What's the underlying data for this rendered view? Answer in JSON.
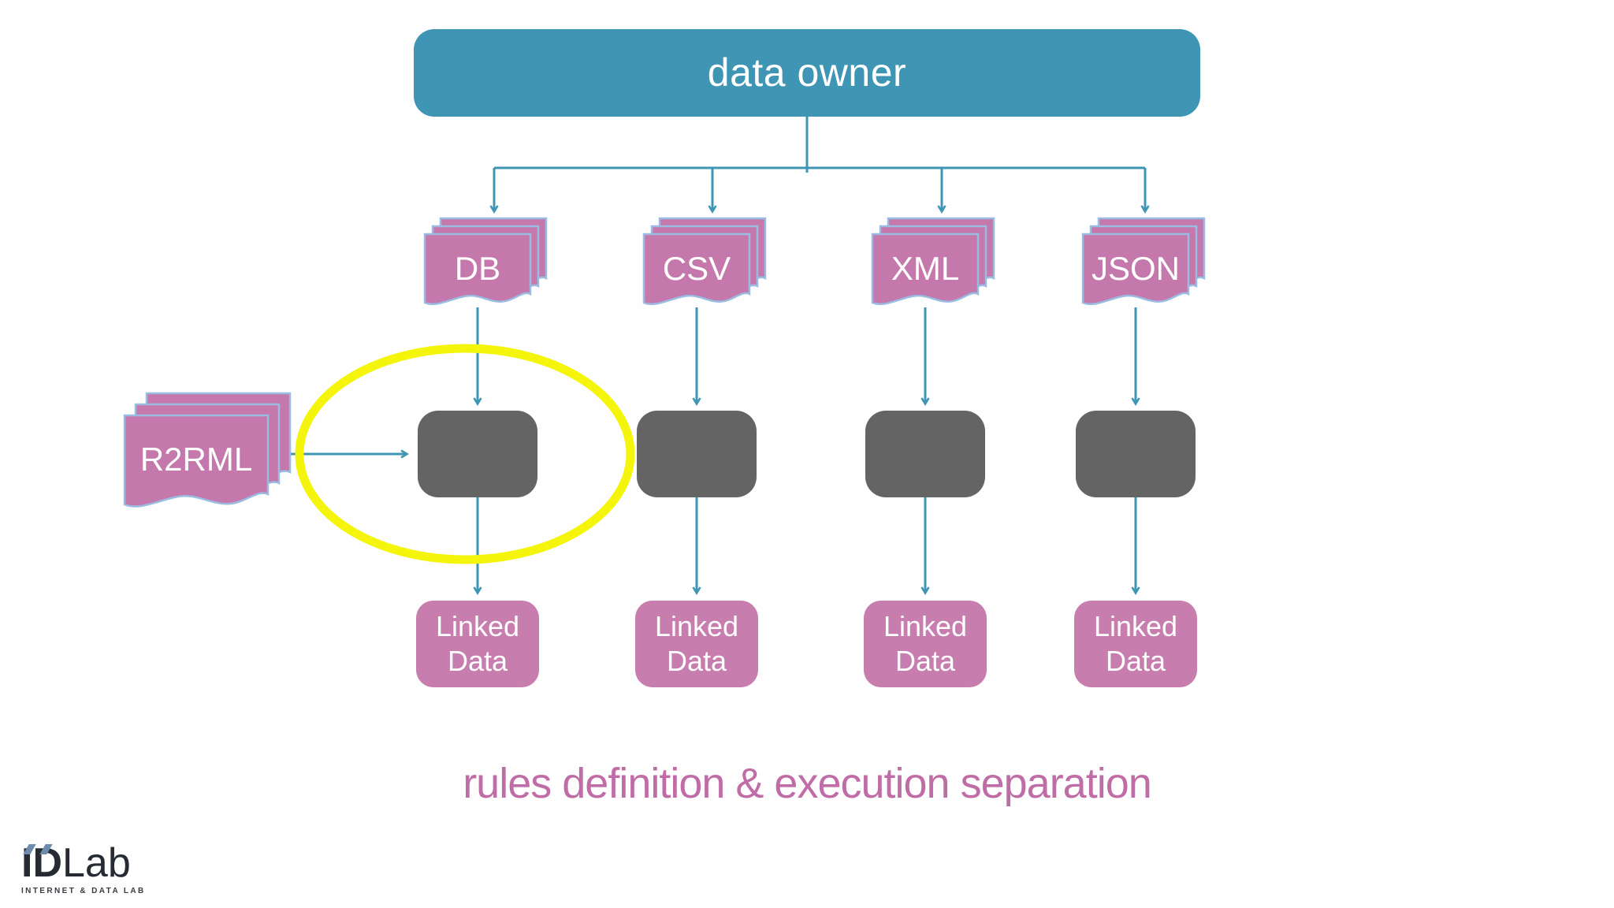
{
  "header": {
    "data_owner_label": "data owner"
  },
  "sources": [
    {
      "label": "DB"
    },
    {
      "label": "CSV"
    },
    {
      "label": "XML"
    },
    {
      "label": "JSON"
    }
  ],
  "mapping": {
    "label": "R2RML"
  },
  "outputs": [
    {
      "label": "Linked Data"
    },
    {
      "label": "Linked Data"
    },
    {
      "label": "Linked Data"
    },
    {
      "label": "Linked Data"
    }
  ],
  "caption": {
    "text": "rules definition & execution separation"
  },
  "logo": {
    "brand_bold": "ID",
    "brand_light": "Lab",
    "subtitle": "INTERNET & DATA LAB"
  },
  "colors": {
    "teal": "#3e96b4",
    "doc_pink": "#c478ab",
    "doc_border": "#9bbce2",
    "output_pink": "#c77eae",
    "processor_gray": "#646464",
    "highlight_yellow": "#f4f50a",
    "caption_pink": "#c06da7"
  }
}
